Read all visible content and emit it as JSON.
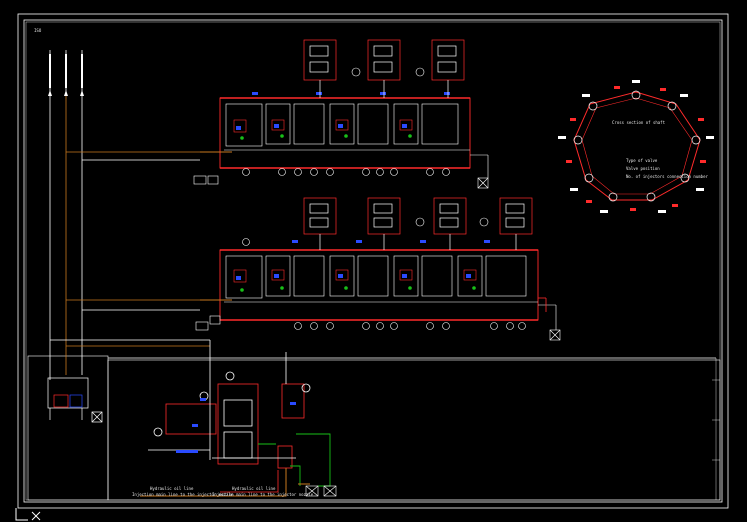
{
  "drawing": {
    "background": "#000000",
    "colors": {
      "frame": "#ffffff",
      "red": "#ff2b2b",
      "green": "#18c018",
      "blue": "#2a4bff",
      "orange": "#c8781e",
      "yellow": "#f0e000",
      "white": "#ffffff",
      "cyan": "#00d8ff"
    },
    "corner_tag": "ISO",
    "ring_caption": "Cross section of shaft",
    "ring_legend": [
      "Type of valve",
      "Valve position",
      "No. of injectors connection number"
    ],
    "bottom_notes": [
      "Hydraulic oil line",
      "Injection main line to the injector nozzle",
      "Hydraulic oil line",
      "Injection main line to the injector nozzle"
    ],
    "ucs_icon": "ucs-icon"
  }
}
